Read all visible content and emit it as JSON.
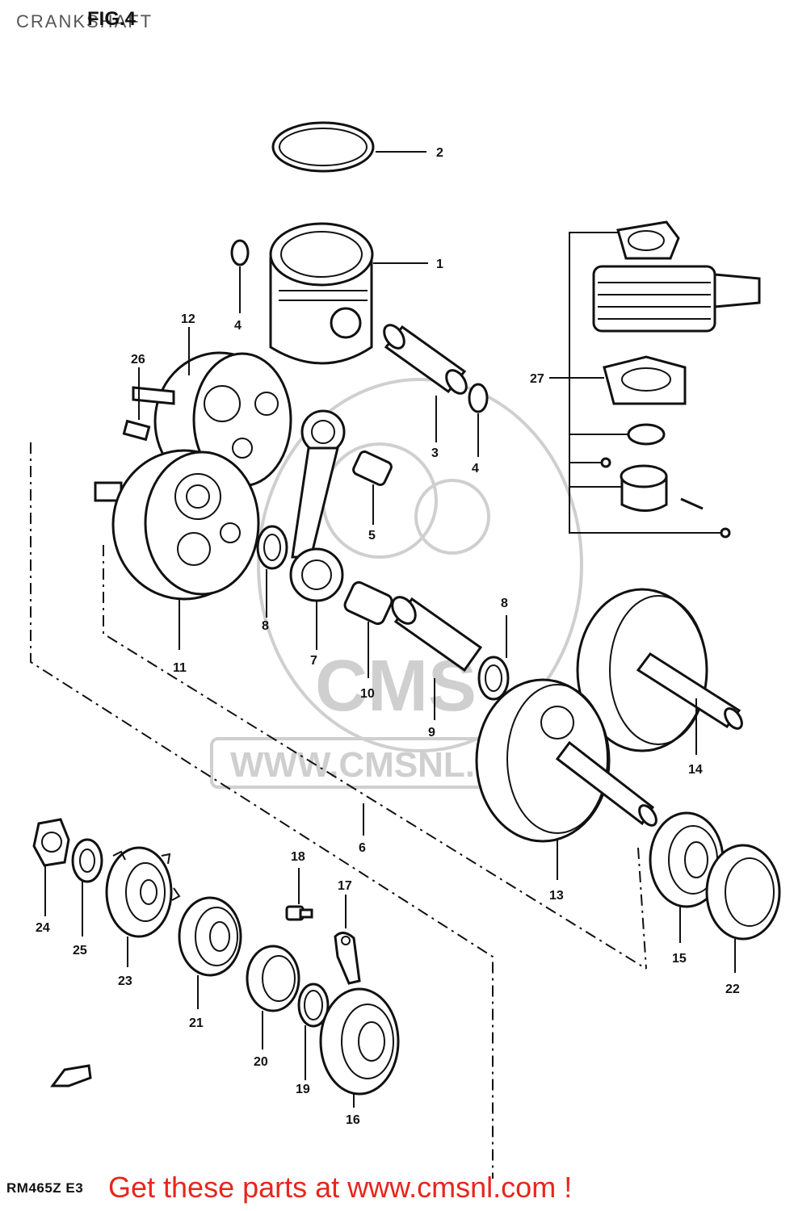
{
  "header": {
    "title": "CRANKSHAFT",
    "figure": "FIG.4"
  },
  "footer": {
    "diagram_code": "RM465Z E3",
    "promo_text": "Get these parts at www.cmsnl.com !"
  },
  "watermark": {
    "brand": "CMS",
    "url": "WWW.CMSNL.COM"
  },
  "callouts": [
    "1",
    "2",
    "3",
    "4",
    "4",
    "5",
    "6",
    "7",
    "8",
    "8",
    "9",
    "10",
    "11",
    "12",
    "13",
    "14",
    "15",
    "16",
    "17",
    "18",
    "19",
    "20",
    "21",
    "22",
    "23",
    "24",
    "25",
    "26",
    "27"
  ],
  "colors": {
    "promo": "#e8261b",
    "line": "#111111",
    "watermark": "#cfcfcf"
  }
}
